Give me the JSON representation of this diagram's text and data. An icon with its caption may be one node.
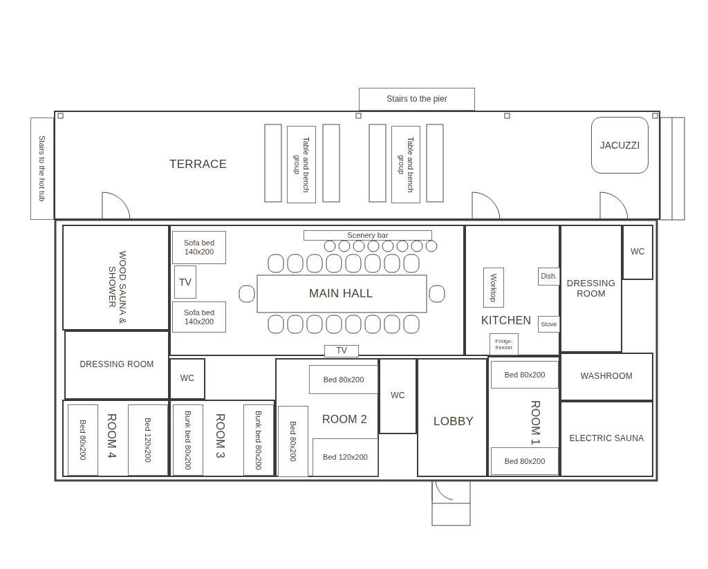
{
  "diagram": {
    "nodes": [
      {
        "text": [
          "Stairs to the pier"
        ]
      },
      {
        "text": [
          "TERRACE"
        ]
      },
      {
        "text": [
          "Table and bench group"
        ],
        "in": 1
      },
      {
        "text": [
          "Table and bench group"
        ],
        "in": 1
      },
      {
        "text": [
          "JACUZZI"
        ],
        "in": 1
      },
      {
        "text": [
          "Stairs to the hot tub"
        ]
      },
      {
        "text": [
          "WOOD SAUNA & SHOWER"
        ]
      },
      {
        "text": [
          "MAIN HALL"
        ]
      },
      {
        "text": [
          "Scenery bar"
        ],
        "in": 7
      },
      {
        "text": [
          "Sofa bed 140x200"
        ],
        "in": 7
      },
      {
        "text": [
          "TV"
        ],
        "in": 7
      },
      {
        "text": [
          "Sofa bed 140x200"
        ],
        "in": 7
      },
      {
        "text": [
          "TV"
        ],
        "in": 7
      },
      {
        "text": [
          "KITCHEN"
        ]
      },
      {
        "text": [
          "Worktop"
        ],
        "in": 13
      },
      {
        "text": [
          "Dish."
        ],
        "in": 13
      },
      {
        "text": [
          "Stove"
        ],
        "in": 13
      },
      {
        "text": [
          "Fridge-freezer"
        ],
        "in": 13
      },
      {
        "text": [
          "DRESSING ROOM"
        ]
      },
      {
        "text": [
          "WC"
        ]
      },
      {
        "text": [
          "DRESSING ROOM"
        ]
      },
      {
        "text": [
          "WC"
        ]
      },
      {
        "text": [
          "WASHROOM"
        ]
      },
      {
        "text": [
          "ROOM 2"
        ]
      },
      {
        "text": [
          "Bed 80x200"
        ],
        "in": 23
      },
      {
        "text": [
          "Bed 80x200"
        ],
        "in": 23
      },
      {
        "text": [
          "Bed 120x200"
        ],
        "in": 23
      },
      {
        "text": [
          "WC"
        ]
      },
      {
        "text": [
          "LOBBY"
        ]
      },
      {
        "text": [
          "ROOM 1"
        ]
      },
      {
        "text": [
          "Bed 80x200"
        ],
        "in": 29
      },
      {
        "text": [
          "Bed 80x200"
        ],
        "in": 29
      },
      {
        "text": [
          "ROOM 4"
        ]
      },
      {
        "text": [
          "Bed 80x200"
        ],
        "in": 32
      },
      {
        "text": [
          "Bed 120x200"
        ],
        "in": 32
      },
      {
        "text": [
          "ROOM 3"
        ]
      },
      {
        "text": [
          "Bunk bed 80x200"
        ],
        "in": 35
      },
      {
        "text": [
          "Bunk bed 80x200"
        ],
        "in": 35
      },
      {
        "text": [
          "ELECTRIC SAUNA"
        ]
      }
    ]
  }
}
